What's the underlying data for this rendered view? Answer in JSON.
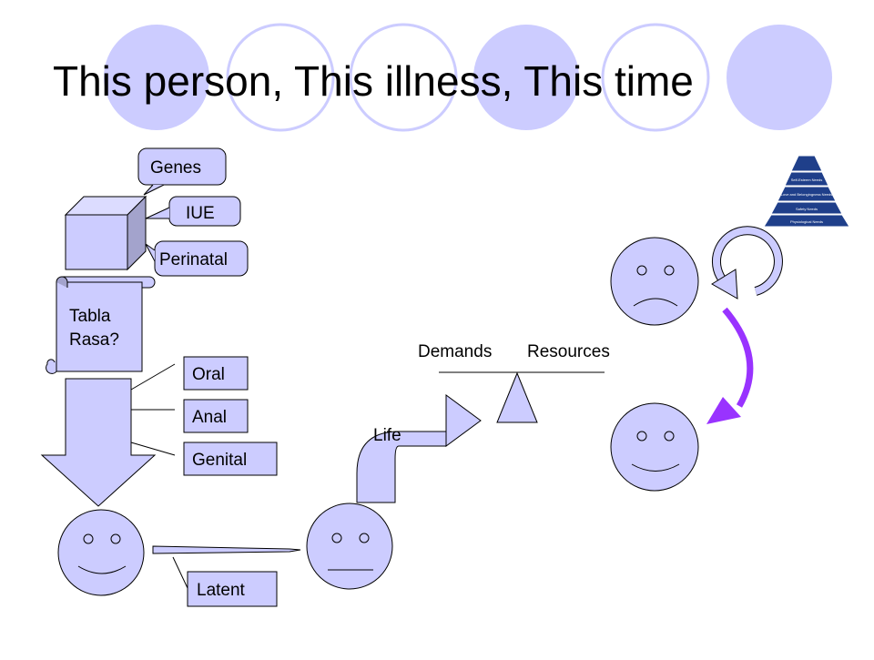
{
  "slide": {
    "title": "This person, This illness, This time"
  },
  "labels": {
    "genes": "Genes",
    "iue": "IUE",
    "perinatal": "Perinatal",
    "tabla_line1": "Tabla",
    "tabla_line2": "Rasa?",
    "oral": "Oral",
    "anal": "Anal",
    "genital": "Genital",
    "latent": "Latent",
    "life": "Life",
    "demands": "Demands",
    "resources": "Resources"
  },
  "pyramid": {
    "levels": [
      "",
      "Self-Esteem Needs",
      "Love and Belongingness Needs",
      "Safety Needs",
      "Physiological Needs"
    ]
  },
  "colors": {
    "shape_fill": "#ccccff",
    "circle_fill": "#ccccff",
    "arrow_purple": "#9933ff",
    "pyramid_dark": "#1f3f8a"
  }
}
